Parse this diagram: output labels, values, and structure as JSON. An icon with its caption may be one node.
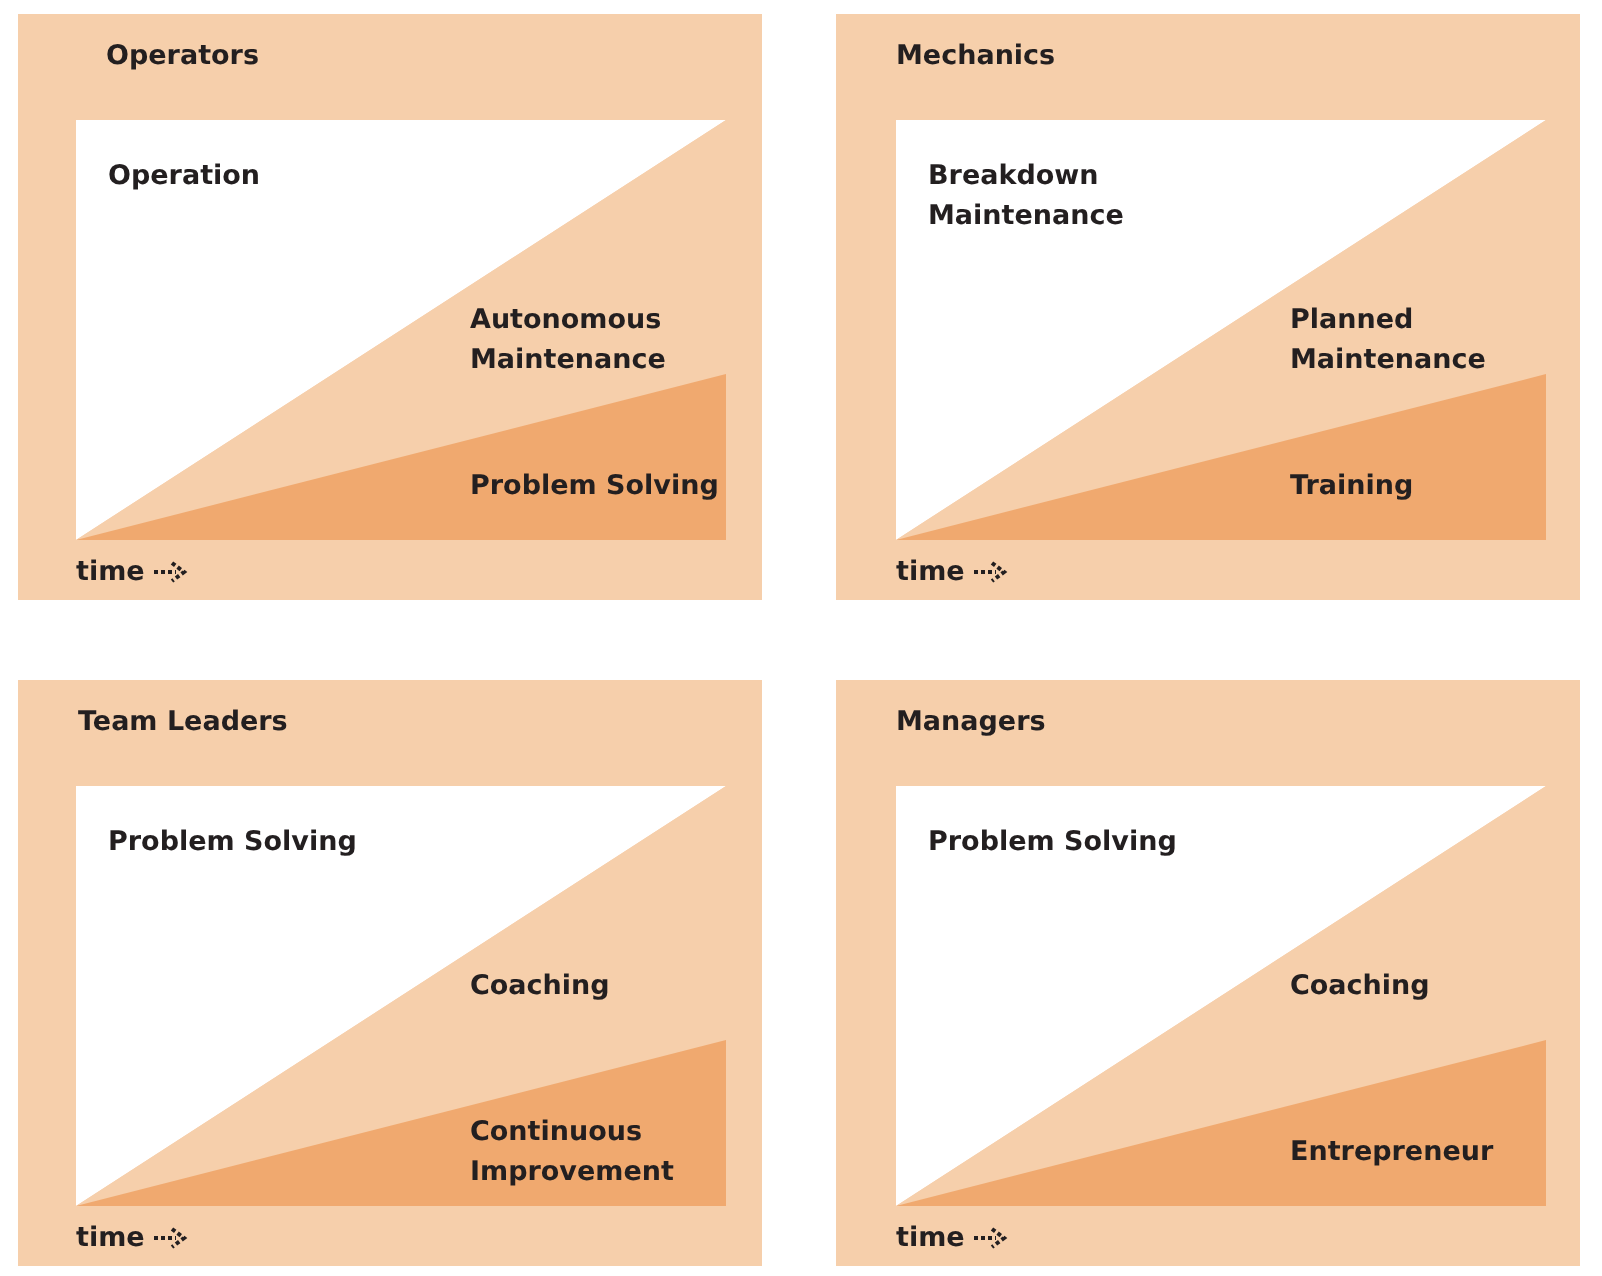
{
  "diagram": {
    "nodes": [
      {
        "text": [
          "Operators"
        ]
      },
      {
        "text": [
          "Operation"
        ],
        "in": 0
      },
      {
        "text": [
          "Autonomous Maintenance"
        ],
        "in": 0
      },
      {
        "text": [
          "Problem Solving"
        ],
        "in": 0
      },
      {
        "text": [
          "Mechanics"
        ]
      },
      {
        "text": [
          "Breakdown Maintenance"
        ],
        "in": 4
      },
      {
        "text": [
          "Planned Maintenance"
        ],
        "in": 4
      },
      {
        "text": [
          "Training"
        ],
        "in": 4
      },
      {
        "text": [
          "Team Leaders"
        ]
      },
      {
        "text": [
          "Problem Solving"
        ],
        "in": 8
      },
      {
        "text": [
          "Coaching"
        ],
        "in": 8
      },
      {
        "text": [
          "Continuous Improvement"
        ],
        "in": 8
      },
      {
        "text": [
          "Managers"
        ]
      },
      {
        "text": [
          "Problem Solving"
        ],
        "in": 12
      },
      {
        "text": [
          "Coaching"
        ],
        "in": 12
      },
      {
        "text": [
          "Entrepreneur"
        ],
        "in": 12
      }
    ],
    "labels": [
      "time",
      "time",
      "time",
      "time"
    ]
  }
}
